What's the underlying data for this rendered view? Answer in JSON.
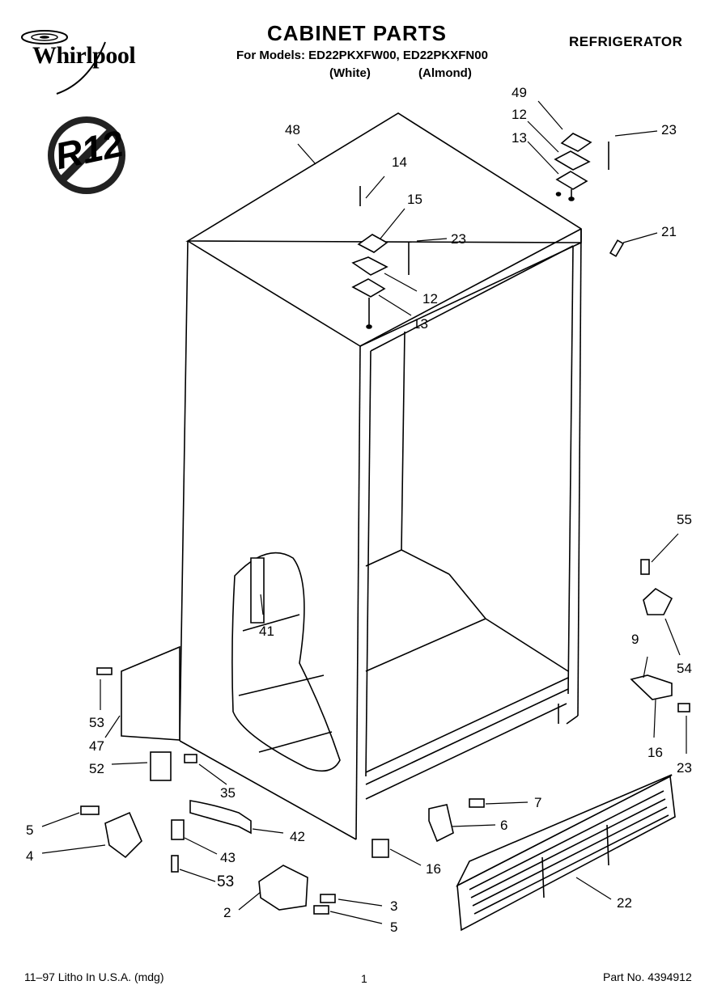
{
  "header": {
    "brand": "Whirlpool",
    "title": "CABINET PARTS",
    "models_line": "For Models: ED22PKXFW00, ED22PKXFN00",
    "variant_white": "(White)",
    "variant_almond": "(Almond)",
    "appliance": "REFRIGERATOR"
  },
  "badge": {
    "text": "R12"
  },
  "callouts": [
    {
      "id": "c48",
      "label": "48"
    },
    {
      "id": "c14",
      "label": "14"
    },
    {
      "id": "c15",
      "label": "15"
    },
    {
      "id": "c23a",
      "label": "23"
    },
    {
      "id": "c12a",
      "label": "12"
    },
    {
      "id": "c13a",
      "label": "13"
    },
    {
      "id": "c49",
      "label": "49"
    },
    {
      "id": "c12b",
      "label": "12"
    },
    {
      "id": "c13b",
      "label": "13"
    },
    {
      "id": "c23b",
      "label": "23"
    },
    {
      "id": "c21",
      "label": "21"
    },
    {
      "id": "c55",
      "label": "55"
    },
    {
      "id": "c9",
      "label": "9"
    },
    {
      "id": "c54",
      "label": "54"
    },
    {
      "id": "c16a",
      "label": "16"
    },
    {
      "id": "c23c",
      "label": "23"
    },
    {
      "id": "c41",
      "label": "41"
    },
    {
      "id": "c53a",
      "label": "53"
    },
    {
      "id": "c47",
      "label": "47"
    },
    {
      "id": "c52",
      "label": "52"
    },
    {
      "id": "c35",
      "label": "35"
    },
    {
      "id": "c5a",
      "label": "5"
    },
    {
      "id": "c4",
      "label": "4"
    },
    {
      "id": "c42",
      "label": "42"
    },
    {
      "id": "c43",
      "label": "43"
    },
    {
      "id": "c53b",
      "label": "53"
    },
    {
      "id": "c7",
      "label": "7"
    },
    {
      "id": "c6",
      "label": "6"
    },
    {
      "id": "c16b",
      "label": "16"
    },
    {
      "id": "c22",
      "label": "22"
    },
    {
      "id": "c2",
      "label": "2"
    },
    {
      "id": "c3",
      "label": "3"
    },
    {
      "id": "c5b",
      "label": "5"
    }
  ],
  "footer": {
    "litho": "11–97 Litho In U.S.A. (mdg)",
    "page": "1",
    "part_no": "Part No. 4394912"
  }
}
